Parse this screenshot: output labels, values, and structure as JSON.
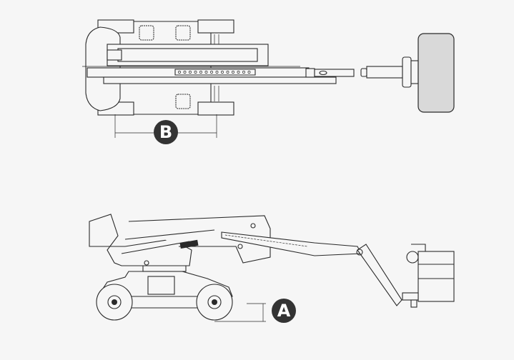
{
  "diagram": {
    "views": [
      {
        "name": "top-view",
        "dimension_label": "B"
      },
      {
        "name": "side-view",
        "dimension_label": "A"
      }
    ],
    "colors": {
      "background": "#f6f6f6",
      "line": "#2a2a2a",
      "platform_fill": "#d9d9d9",
      "label_badge": "#333333"
    }
  }
}
